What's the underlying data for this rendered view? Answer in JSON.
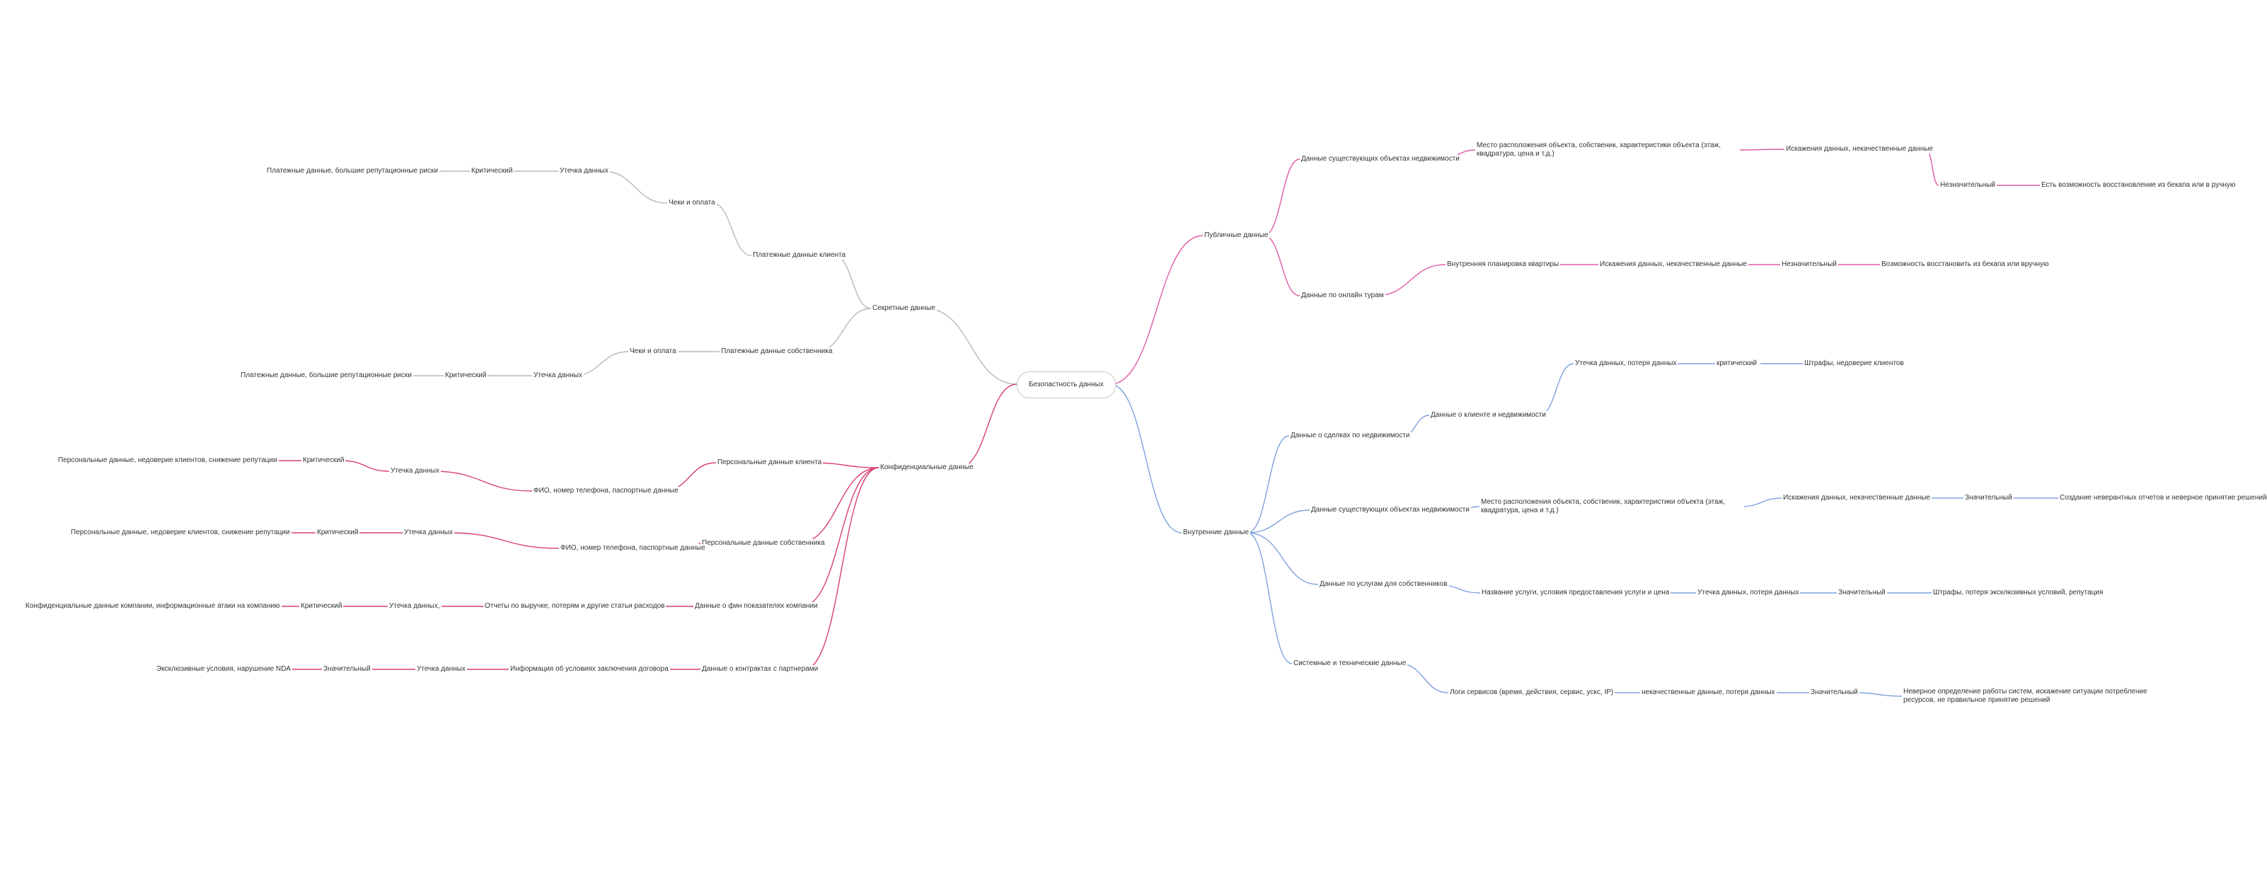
{
  "diagram": {
    "root": "Безопастность данных",
    "colors": {
      "secret": "#b9b9b9",
      "conf": "#d7416f",
      "public": "#e05aa8",
      "internal": "#7fa2dd",
      "root_border": "#c8c8c8",
      "text": "#333333"
    },
    "nodes": {
      "root": "Безопастность данных",
      "secret": "Секретные данные",
      "s_client_pay": "Платежные данные клиента",
      "s_checks1": "Чеки и оплата",
      "s_leak1": "Утечка данных",
      "s_crit1": "Критический",
      "s_desc1": "Платежные данные, большие репутационные риски",
      "s_owner_pay": "Платежные данные собственника",
      "s_checks2": "Чеки и оплата",
      "s_leak2": "Утечка данных",
      "s_crit2": "Критический",
      "s_desc2": "Платежные данные, большие репутационные риски",
      "conf": "Конфиденциальные данные",
      "c_client_pd": "Персональные данные клиента",
      "c_fio1": "ФИО, номер телефона, паспортные данные",
      "c_leak1": "Утечка данных",
      "c_crit1": "Критический",
      "c_desc1": "Персональные данные, недоверие клиентов, снижение репутации",
      "c_owner_pd": "Персональные данные собственника",
      "c_fio2": "ФИО, номер телефона, паспортные данные",
      "c_leak2": "Утечка данных",
      "c_crit2": "Критический",
      "c_desc2": "Персональные данные, недоверие клиентов, снижение репутации",
      "c_fin": "Данные о фин показателях компании",
      "c_reports": "Отчеты по выручке, потерям и другие статьи расходов",
      "c_leak3": "Утечка данных,",
      "c_crit3": "Критический",
      "c_desc3": "Конфиденциальные данные компании, информационные атаки на компанию",
      "c_contracts": "Данные о контрактах с партнерами",
      "c_info": "Информация об условиях заключения договора",
      "c_leak4": "Утечка данных",
      "c_sig4": "Значительный",
      "c_desc4": "Эксклюзивные условия, нарушение NDA",
      "public": "Публичные данные",
      "p_objects": "Данные существующих объектах недвижимости",
      "p_location": "Место расположения объекта, собственик, характеристики объекта (этаж, квадратура, цена  и т.д.)",
      "p_distort1": "Искажения данных, некачественные данные",
      "p_insig1": "Незначительный",
      "p_restore1": "Есть возможность восстановление из бекапа или в ручную",
      "p_tours": "Данные по онлайн турам",
      "p_layout": "Внутренняя планировка квартиры",
      "p_distort2": "Искажения данных, некачественные данные",
      "p_insig2": "Незначительный",
      "p_restore2": "Возможность восстановить из бекапа или вручную",
      "internal": "Внутренние данные",
      "i_deals": "Данные о сделках по недвижимости",
      "i_client_re": "Данные о клиенте и недвижимости",
      "i_leak1": "Утечка данных, потеря данных",
      "i_crit1": "критический",
      "i_fines1": "Штрафы, недоверие клиентов",
      "i_objects": "Данные существующих объектах недвижимости",
      "i_location": "Место расположения объекта, собственик, характеристики объекта (этаж, квадратура, цена  и т.д.)",
      "i_distort": "Искажения данных,  некачественные данные",
      "i_sig1": "Значительный",
      "i_reports": "Создание неверантных отчетов и неверное принятие решений",
      "i_services": "Данные по услугам для собственников",
      "i_service_name": "Название услуги, условия предоставления услуги и цена",
      "i_leak2": "Утечка данных, потеря данных",
      "i_sig2": "Значительный",
      "i_fines2": "Штрафы, потеря эксклюзивных условий, репутация",
      "i_system": "Системные и технические данные",
      "i_logs": "Логи сервисов (время, действия, сервис, ускс, IP)",
      "i_lowq": "некачественные данные, потеря данных",
      "i_sig3": "Значительный",
      "i_wrong": "Неверное определение работы систем,  искажение ситуации потребление ресурсов, не правильное принятие решений"
    }
  }
}
